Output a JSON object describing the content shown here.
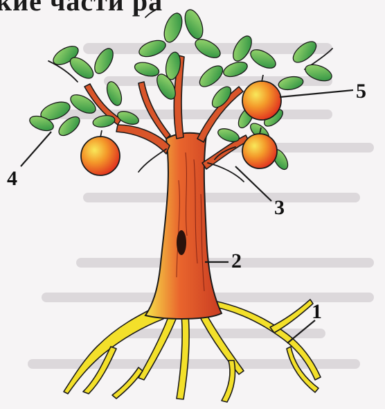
{
  "header": {
    "cropped_text": "кие  части  ра"
  },
  "labels": {
    "roots": "1",
    "trunk": "2",
    "branch": "3",
    "leaf": "4",
    "fruit": "5"
  },
  "colors": {
    "background": "#f6f4f5",
    "leaf": "#2f9a44",
    "leaf_highlight": "#8fd16a",
    "fruit": "#e83a2a",
    "fruit_highlight": "#f6e04a",
    "trunk": "#d9552a",
    "root": "#f3e02a",
    "outline": "#1a1a1a"
  }
}
